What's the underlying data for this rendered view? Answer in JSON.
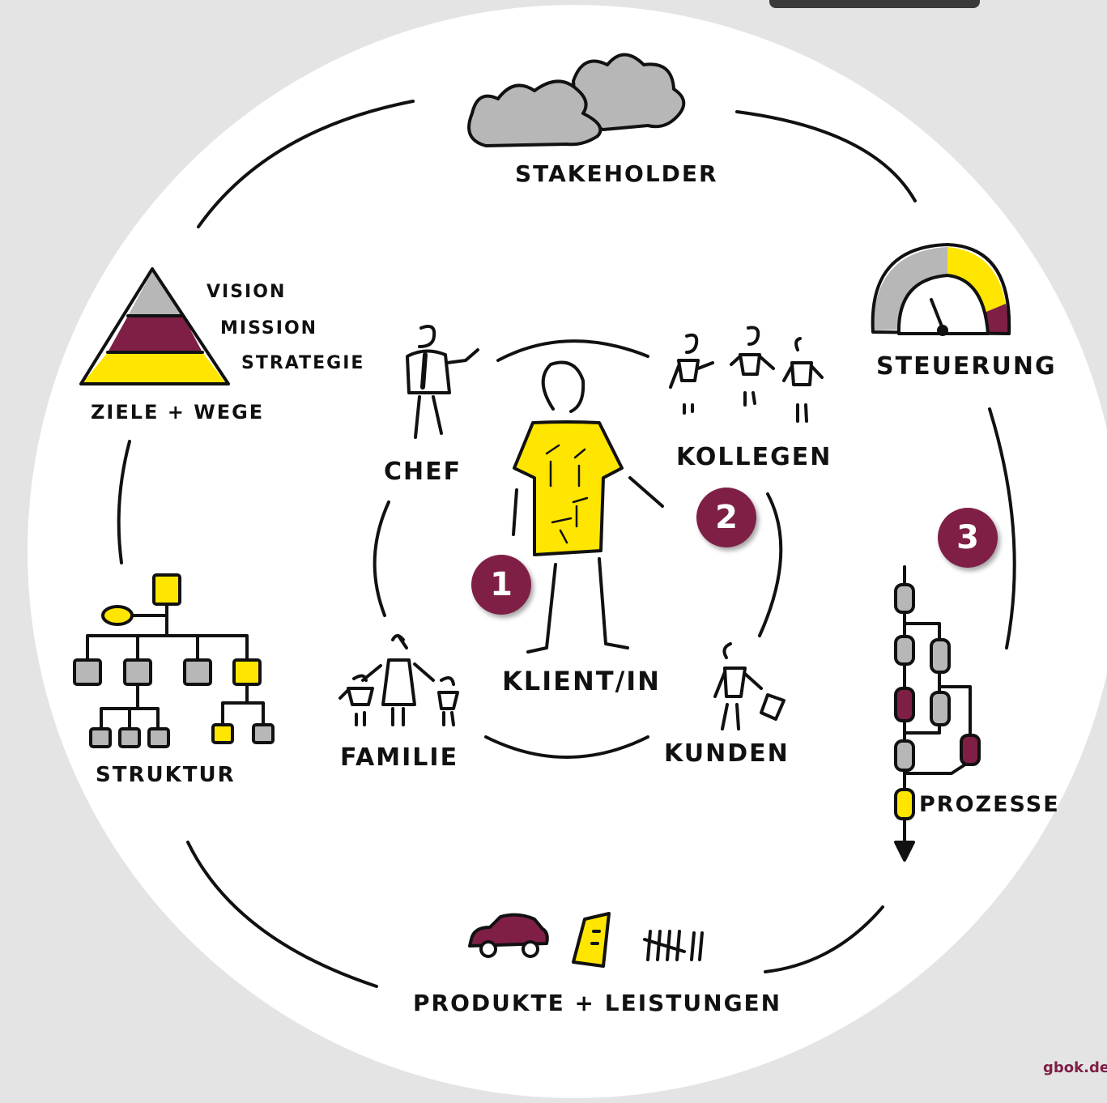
{
  "labels": {
    "stakeholder": "STAKEHOLDER",
    "steuerung": "STEUERUNG",
    "prozesse": "PROZESSE",
    "produkte": "PRODUKTE + LEISTUNGEN",
    "struktur": "STRUKTUR",
    "ziele": "ZIELE + WEGE",
    "vision": "VISION",
    "mission": "MISSION",
    "strategie": "STRATEGIE",
    "chef": "CHEF",
    "kollegen": "KOLLEGEN",
    "klient": "KLIENT/IN",
    "familie": "FAMILIE",
    "kunden": "KUNDEN"
  },
  "badges": [
    "1",
    "2",
    "3"
  ],
  "credit": "gbok.de",
  "colors": {
    "yellow": "#ffe600",
    "wine": "#7f1f46",
    "gray": "#b7b7b7",
    "background": "#e4e4e4",
    "ink": "#111111"
  }
}
